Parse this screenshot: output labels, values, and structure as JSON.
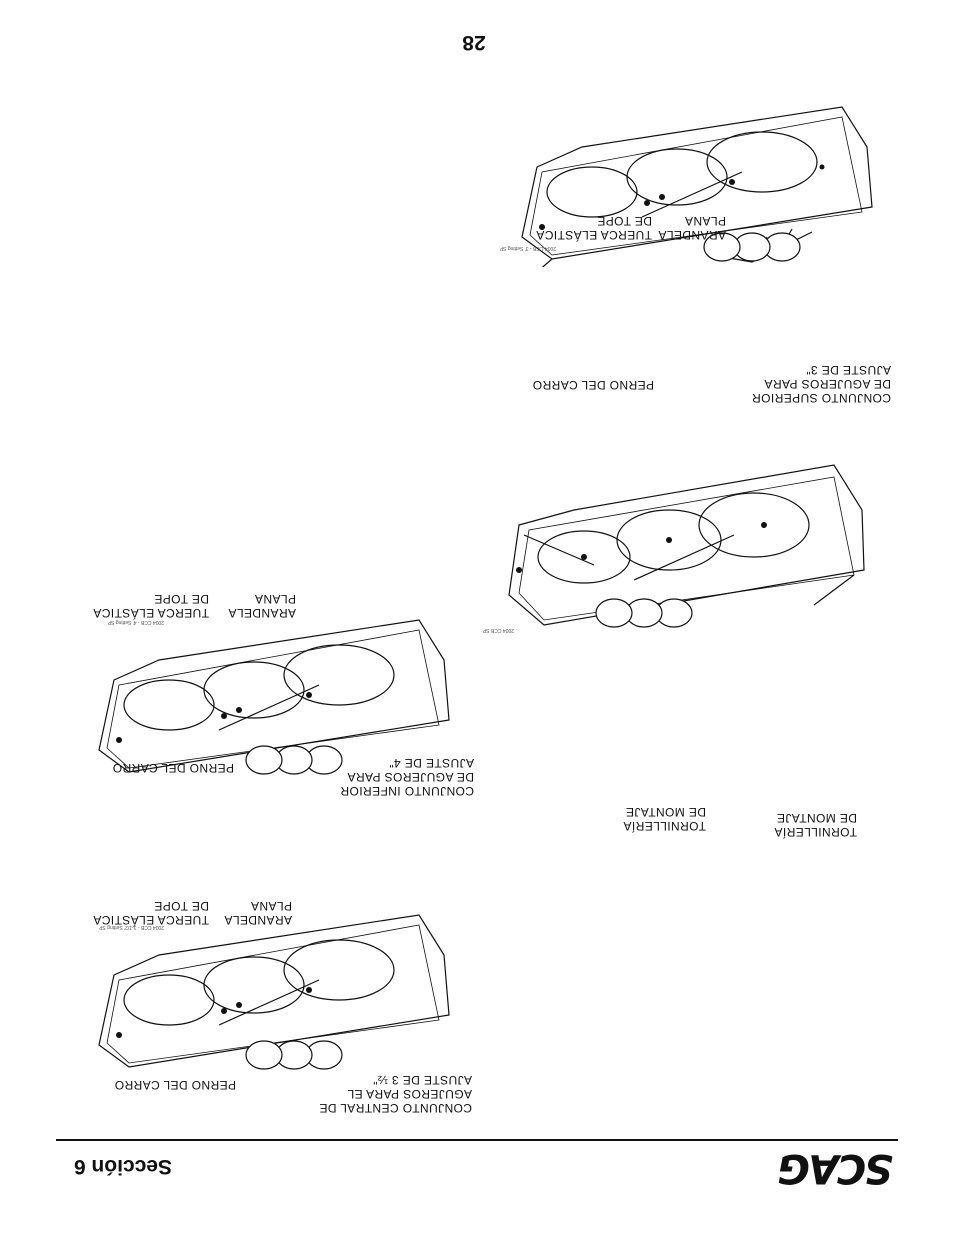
{
  "page": {
    "number": "28",
    "section_title": "Sección 6",
    "brand": "SCAG"
  },
  "figures": [
    {
      "id": "2004 CCB - 3' Setting SP",
      "labels": {
        "washer": "ARANDELA\nPLANA",
        "nut": "TUERCA ELÁSTICA\nDE TOPE",
        "bolt": "PERNO DEL CARRO",
        "assembly": "CONJUNTO SUPERIOR\nDE AGUJEROS PARA\nAJUSTE DE 3\""
      }
    },
    {
      "id": "2004 CCB SP",
      "labels": {
        "hardware_left": "TORNILLERÍA\nDE MONTAJE",
        "hardware_right": "TORNILLERÍA\nDE MONTAJE"
      }
    },
    {
      "id": "2004 CCB - 4' Setting SP",
      "labels": {
        "washer": "ARANDELA\nPLANA",
        "nut": "TUERCA ELÁSTICA\nDE TOPE",
        "bolt": "PERNO DEL CARRO",
        "assembly": "CONJUNTO INFERIOR\nDE AGUJEROS PARA\nAJUSTE DE 4\""
      }
    },
    {
      "id": "2004 CCB - 3-1/2' Setting SP",
      "labels": {
        "washer": "ARANDELA\nPLANA",
        "nut": "TUERCA ELÁSTICA\nDE TOPE",
        "bolt": "PERNO DEL CARRO",
        "assembly": "CONJUNTO CENTRAL DE\nAGUJEROS PARA EL\nAJUSTE DE 3 ½\""
      }
    }
  ]
}
